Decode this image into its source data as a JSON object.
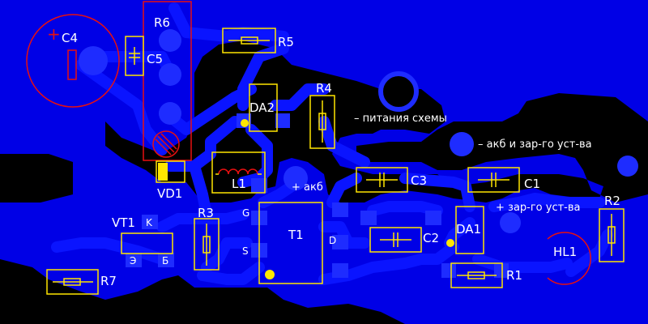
{
  "colors": {
    "board": "#0000e6",
    "trace": "#0a14ff",
    "pad": "#1e2cff",
    "background": "#000000",
    "outline_yellow": "#ffe600",
    "outline_red": "#e81010",
    "label": "#ffffff",
    "silk_dot": "#ffe600"
  },
  "components": {
    "c4": "C4",
    "c5": "C5",
    "r6": "R6",
    "r5": "R5",
    "r4": "R4",
    "da2": "DA2",
    "vd1": "VD1",
    "l1": "L1",
    "c3": "C3",
    "c1": "C1",
    "t1": "T1",
    "r3": "R3",
    "vt1": "VT1",
    "r7": "R7",
    "c2": "C2",
    "da1": "DA1",
    "r2": "R2",
    "hl1": "HL1",
    "r1": "R1"
  },
  "pins": {
    "k": "K",
    "e": "Э",
    "b": "Б",
    "g": "G",
    "s": "S",
    "d": "D",
    "plus_sign": "+"
  },
  "annotations": {
    "minus_supply": "– питания схемы",
    "minus_batt_charger": "– акб и зар-го уст-ва",
    "plus_batt": "+ акб",
    "plus_charger": "+ зар-го уст-ва"
  }
}
